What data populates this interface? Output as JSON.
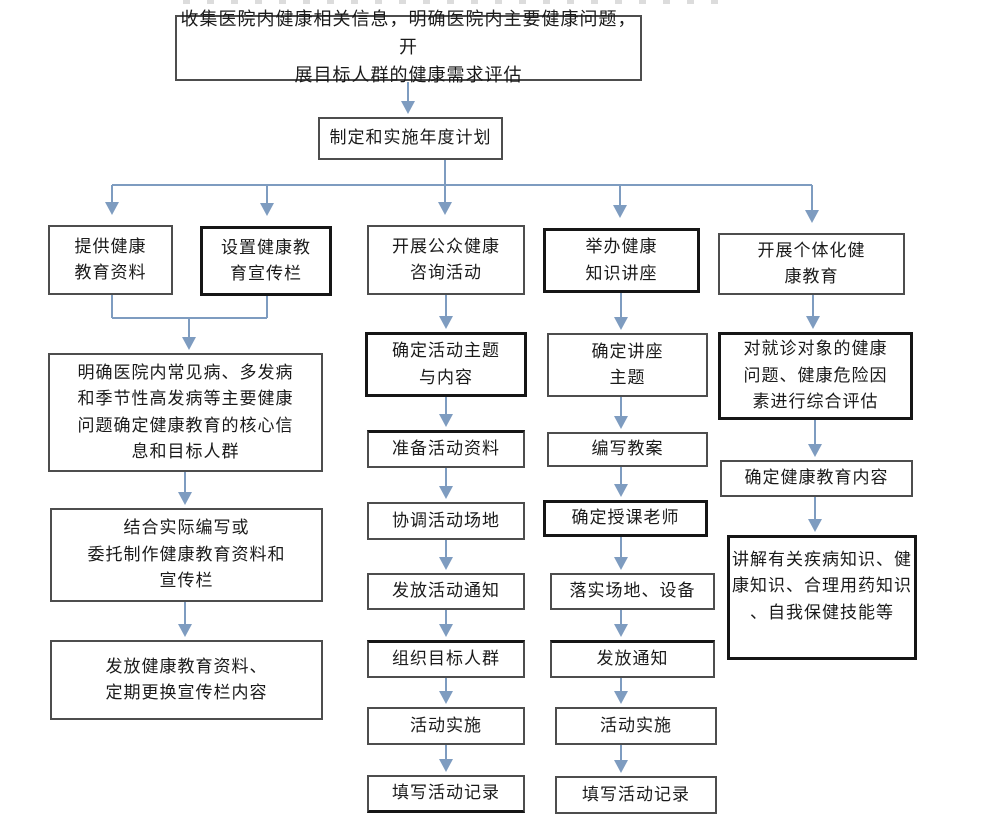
{
  "diagram": {
    "type": "flowchart",
    "colors": {
      "arrow": "#7e9cc0",
      "border": "#4d4d4d",
      "border_bold": "#161616",
      "text": "#1a1a1a",
      "background": "#ffffff"
    },
    "nodes": {
      "collect": {
        "text": "收集医院内健康相关信息，明确医院内主要健康问题， 开\n展目标人群的健康需求评估"
      },
      "plan": {
        "text": "制定和实施年度计划"
      },
      "b1": {
        "text": "提供健康\n教育资料"
      },
      "b2": {
        "text": "设置健康教\n育宣传栏"
      },
      "b3": {
        "text": "开展公众健康\n咨询活动"
      },
      "b4": {
        "text": "举办健康\n知识讲座"
      },
      "b5": {
        "text": "开展个体化健\n康教育"
      },
      "c1a": {
        "text": "明确医院内常见病、多发病\n和季节性高发病等主要健康\n问题确定健康教育的核心信\n息和目标人群"
      },
      "c1b": {
        "text": "结合实际编写或\n委托制作健康教育资料和\n宣传栏"
      },
      "c1c": {
        "text": "发放健康教育资料、\n定期更换宣传栏内容"
      },
      "c3a": {
        "text": "确定活动主题\n与内容"
      },
      "c3b": {
        "text": "准备活动资料"
      },
      "c3c": {
        "text": "协调活动场地"
      },
      "c3d": {
        "text": "发放活动通知"
      },
      "c3e": {
        "text": "组织目标人群"
      },
      "c3f": {
        "text": "活动实施"
      },
      "c3g": {
        "text": "填写活动记录"
      },
      "c4a": {
        "text": "确定讲座\n主题"
      },
      "c4b": {
        "text": "编写教案"
      },
      "c4c": {
        "text": "确定授课老师"
      },
      "c4d": {
        "text": "落实场地、设备"
      },
      "c4e": {
        "text": "发放通知"
      },
      "c4f": {
        "text": "活动实施"
      },
      "c4g": {
        "text": "填写活动记录"
      },
      "c5a": {
        "text": "对就诊对象的健康\n问题、健康危险因\n素进行综合评估"
      },
      "c5b": {
        "text": "确定健康教育内容"
      },
      "c5c": {
        "text": "讲解有关疾病知识、健\n康知识、合理用药知识\n、自我保健技能等"
      }
    }
  }
}
